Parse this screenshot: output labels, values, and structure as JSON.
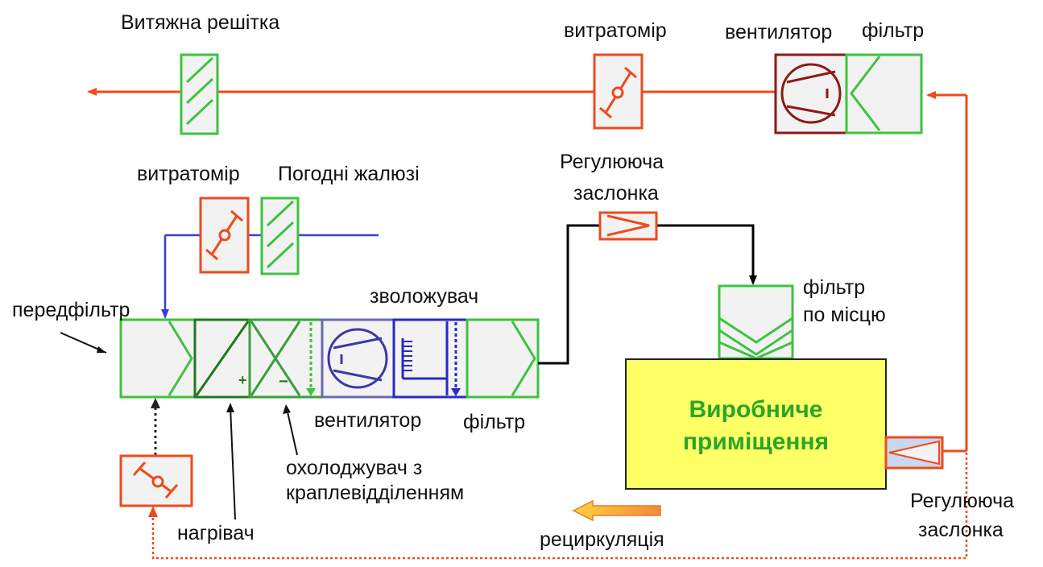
{
  "labels": {
    "exhaust_grille": "Витяжна решітка",
    "flowmeter_top": "витратомір",
    "fan_top": "вентилятор",
    "filter_top": "фільтр",
    "flowmeter_mid": "витратомір",
    "weather_louvers": "Погодні жалюзі",
    "control_damper_top_line1": "Регулююча",
    "control_damper_top_line2": "заслонка",
    "local_filter_line1": "фільтр",
    "local_filter_line2": "по місцю",
    "prefilter": "передфільтр",
    "humidifier": "зволожувач",
    "fan_ahu": "вентилятор",
    "filter_ahu": "фільтр",
    "cooler_line1": "охолоджувач  з",
    "cooler_line2": "краплевідділенням",
    "heater": "нагрівач",
    "recirculation": "рециркуляція",
    "control_damper_right_line1": "Регулююча",
    "control_damper_right_line2": "заслонка",
    "room_line1": "Виробниче",
    "room_line2": "приміщення"
  },
  "colors": {
    "exhaust_line": "#ee4a1c",
    "supply_line": "#000000",
    "outdoor_air_line": "#3b3bd6",
    "component_green": "#3fc23f",
    "component_red": "#ee4a1c",
    "fan_blue": "#3a3aa8",
    "fan_darkred": "#8b1a1a",
    "room_fill": "#ffff66",
    "room_text": "#2aa52a"
  }
}
